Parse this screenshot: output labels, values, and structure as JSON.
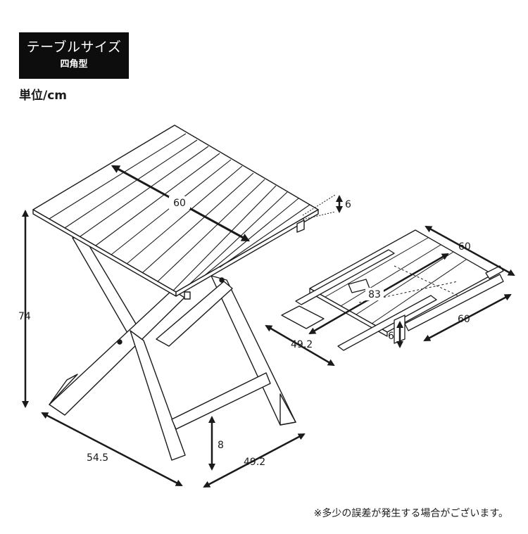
{
  "header": {
    "title": "テーブルサイズ",
    "subtitle": "四角型"
  },
  "unit_label": "単位/cm",
  "dimensions": {
    "top_width": "60",
    "top_thickness": "6",
    "height": "74",
    "base_depth": "54.5",
    "base_width": "49.2",
    "stretcher_height": "8",
    "folded_width": "60",
    "folded_length": "83",
    "folded_length2": "60",
    "folded_depth": "49.2",
    "folded_thickness": "6"
  },
  "note": "※多少の誤差が発生する場合がございます。"
}
